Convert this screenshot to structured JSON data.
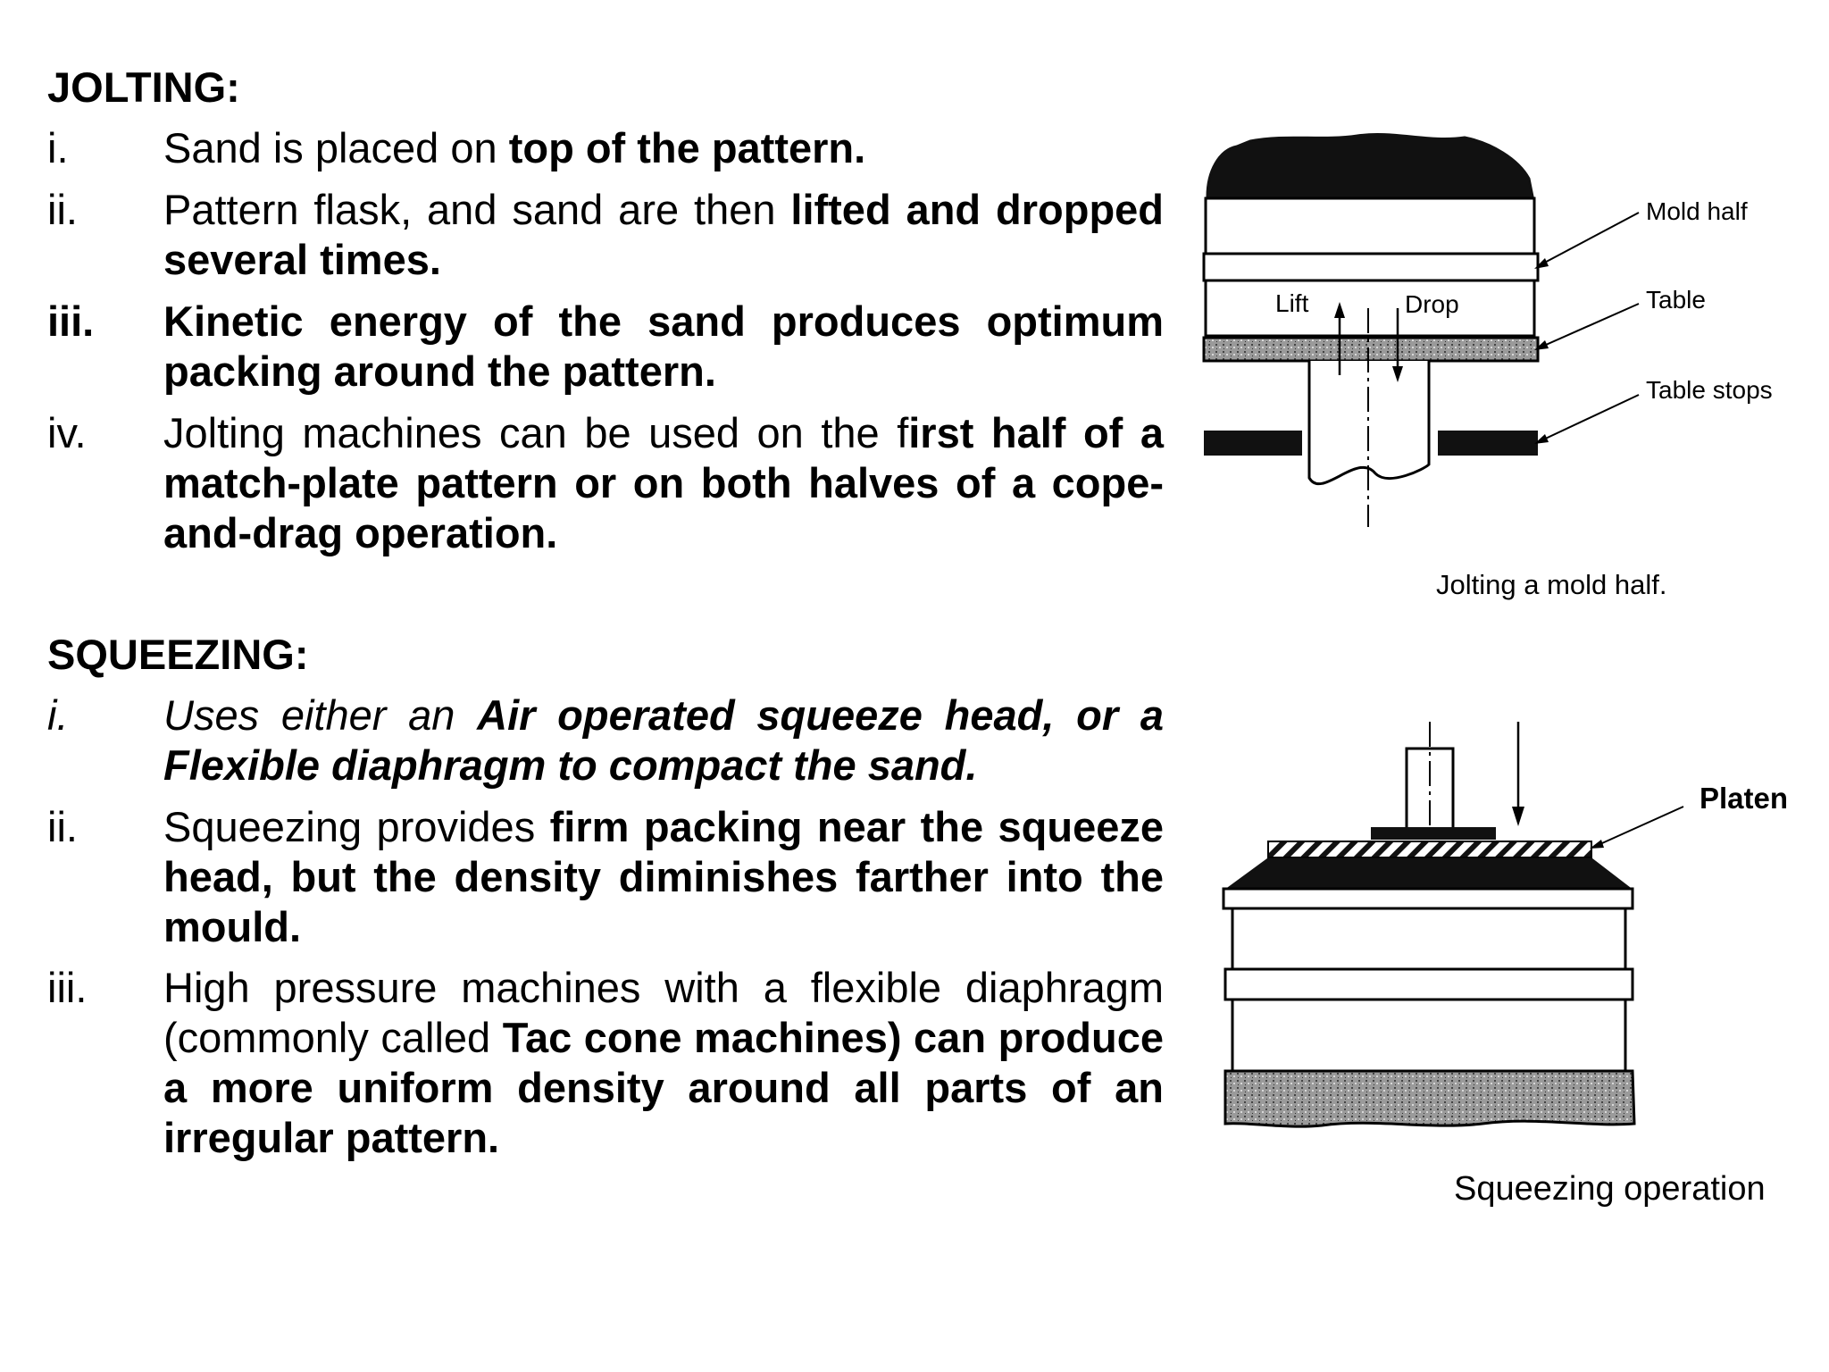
{
  "jolting": {
    "heading": "JOLTING:",
    "items": [
      {
        "num": "i.",
        "t1": "Sand is placed on ",
        "b1": "top of the pattern."
      },
      {
        "num": "ii.",
        "t1": "Pattern flask, and sand are then ",
        "b1": "lifted and dropped several times."
      },
      {
        "num": "iii.",
        "b1": "Kinetic energy of the sand produces optimum packing around the pattern."
      },
      {
        "num": "iv.",
        "t1": "Jolting machines can be used on the f",
        "b1": "irst half of a match-plate pattern or on both halves of a cope-and-drag operation."
      }
    ]
  },
  "squeezing": {
    "heading": "SQUEEZING:",
    "items": [
      {
        "num": "i.",
        "t1": "Uses either an ",
        "b1": "Air operated squeeze head, or a Flexible diaphragm to compact the sand."
      },
      {
        "num": "ii.",
        "t1": "Squeezing provides ",
        "b1": "firm packing near the squeeze head, but the density diminishes farther into the mould."
      },
      {
        "num": "iii.",
        "t1": "High pressure machines with a flexible diaphragm (commonly called ",
        "b1": "Tac cone machines) can produce a more uniform density around all parts of an irregular pattern."
      }
    ]
  },
  "figure_jolting": {
    "caption": "Jolting a mold half.",
    "labels": {
      "mold_half": "Mold half",
      "table": "Table",
      "table_stops": "Table stops",
      "lift": "Lift",
      "drop": "Drop"
    }
  },
  "figure_squeezing": {
    "caption": "Squeezing operation",
    "labels": {
      "platen": "Platen"
    }
  }
}
